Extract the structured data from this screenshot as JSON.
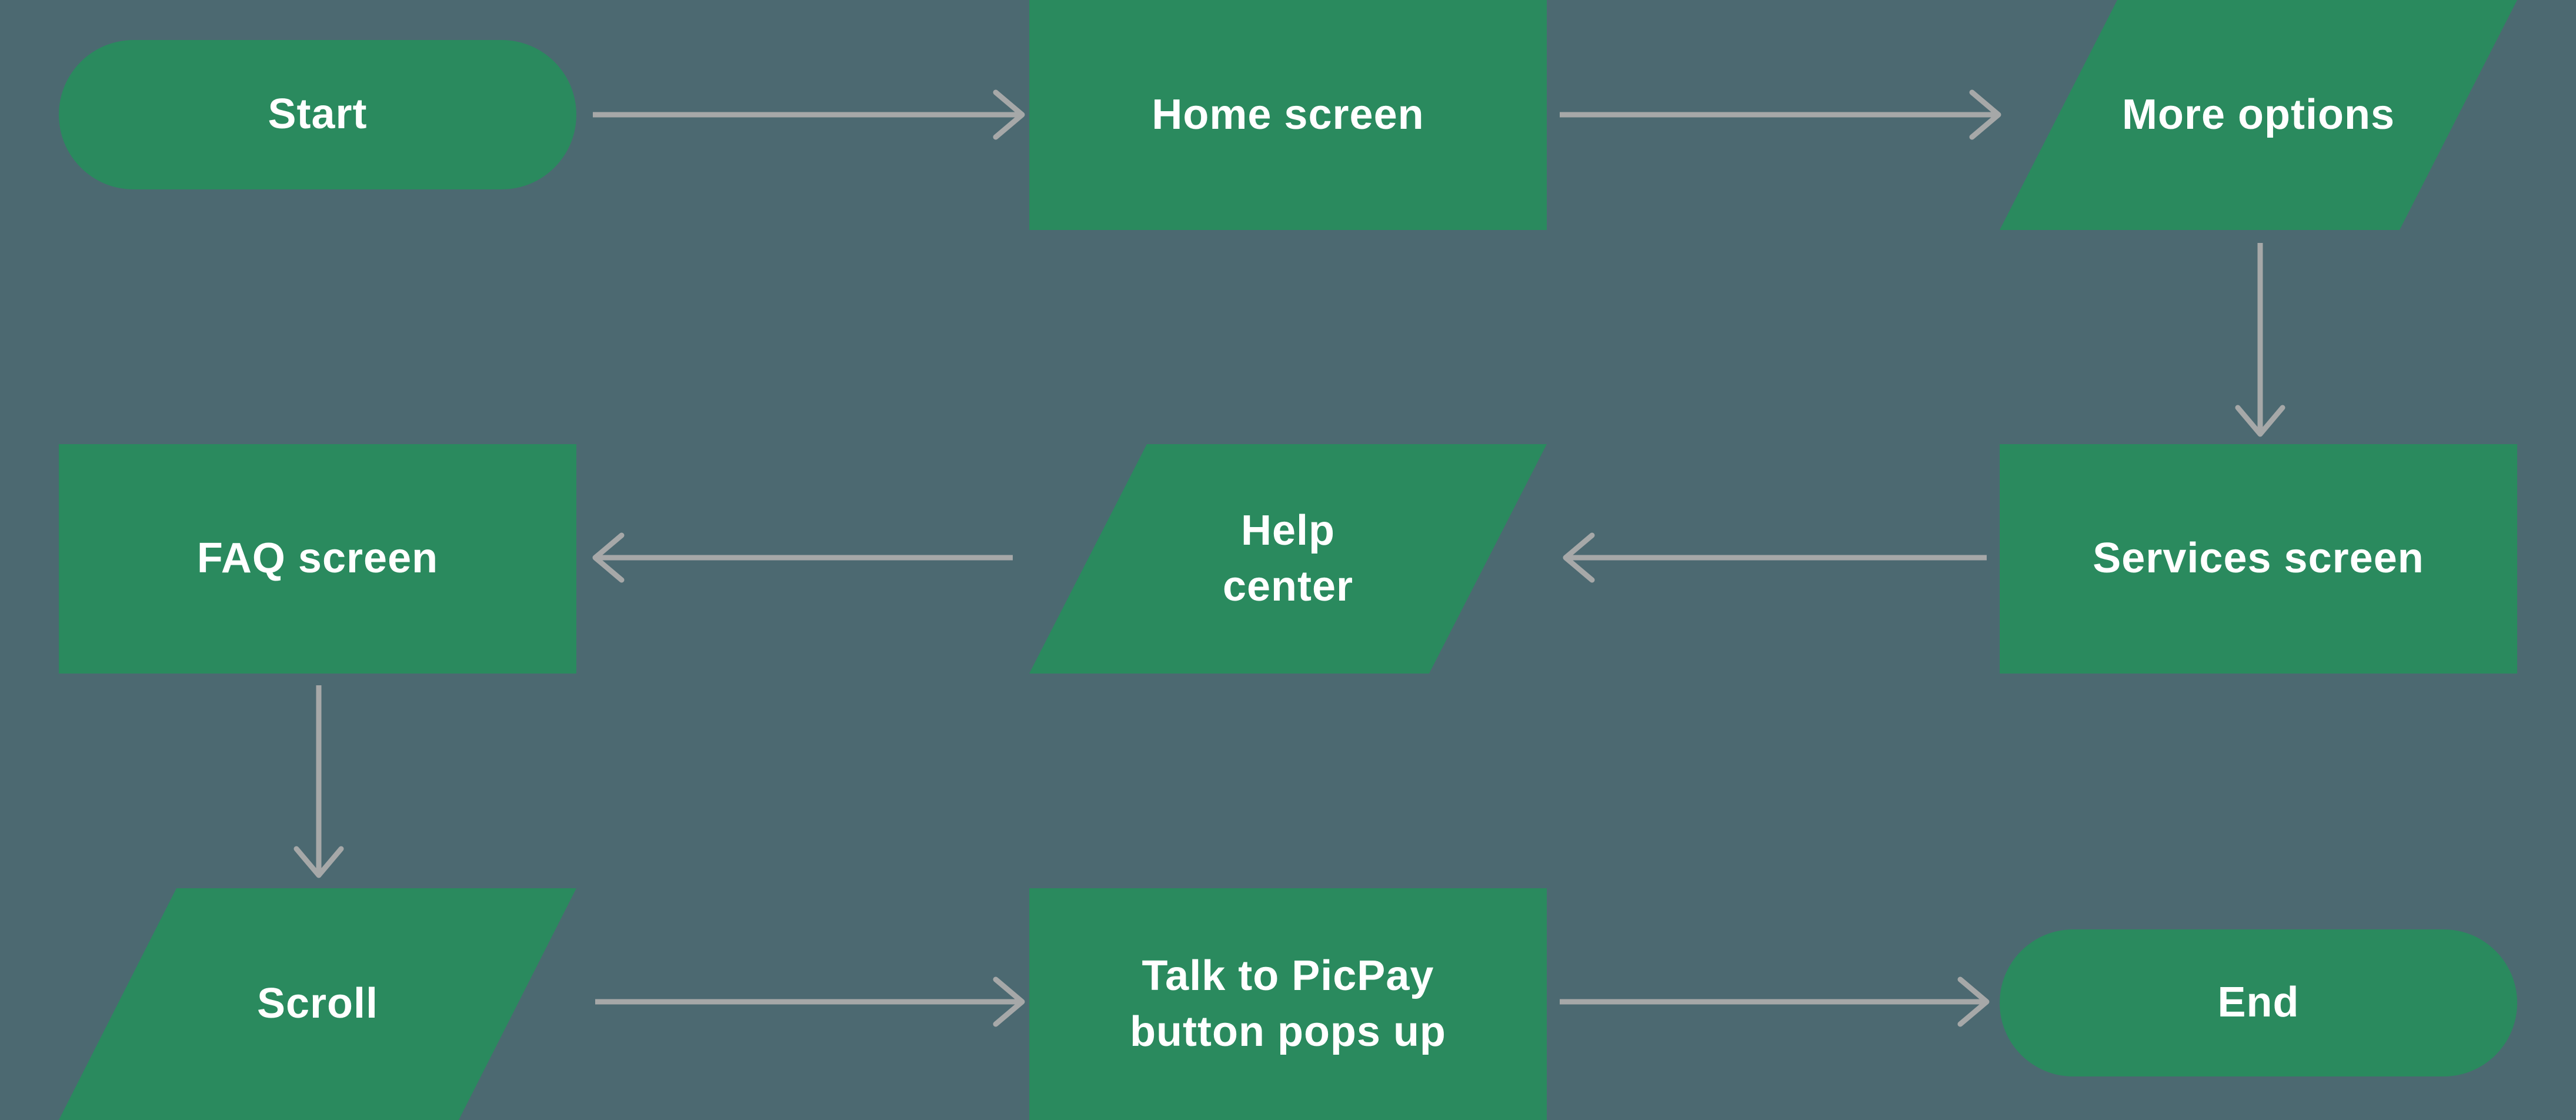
{
  "colors": {
    "background": "#4c6971",
    "node_fill": "#2a8a5e",
    "node_text": "#ffffff",
    "arrow": "#a6a8a8"
  },
  "flowchart": {
    "nodes": [
      {
        "id": "start",
        "label": "Start",
        "shape": "terminator"
      },
      {
        "id": "home-screen",
        "label": "Home screen",
        "shape": "process"
      },
      {
        "id": "more-options",
        "label": "More options",
        "shape": "parallelogram"
      },
      {
        "id": "services-screen",
        "label": "Services screen",
        "shape": "process"
      },
      {
        "id": "help-center",
        "label": "Help\ncenter",
        "shape": "parallelogram"
      },
      {
        "id": "faq-screen",
        "label": "FAQ screen",
        "shape": "process"
      },
      {
        "id": "scroll",
        "label": "Scroll",
        "shape": "parallelogram"
      },
      {
        "id": "talk-to-picpay",
        "label": "Talk to PicPay\nbutton pops up",
        "shape": "process"
      },
      {
        "id": "end",
        "label": "End",
        "shape": "terminator"
      }
    ],
    "edges": [
      {
        "from": "start",
        "to": "home-screen",
        "direction": "right"
      },
      {
        "from": "home-screen",
        "to": "more-options",
        "direction": "right"
      },
      {
        "from": "more-options",
        "to": "services-screen",
        "direction": "down"
      },
      {
        "from": "services-screen",
        "to": "help-center",
        "direction": "left"
      },
      {
        "from": "help-center",
        "to": "faq-screen",
        "direction": "left"
      },
      {
        "from": "faq-screen",
        "to": "scroll",
        "direction": "down"
      },
      {
        "from": "scroll",
        "to": "talk-to-picpay",
        "direction": "right"
      },
      {
        "from": "talk-to-picpay",
        "to": "end",
        "direction": "right"
      }
    ]
  }
}
